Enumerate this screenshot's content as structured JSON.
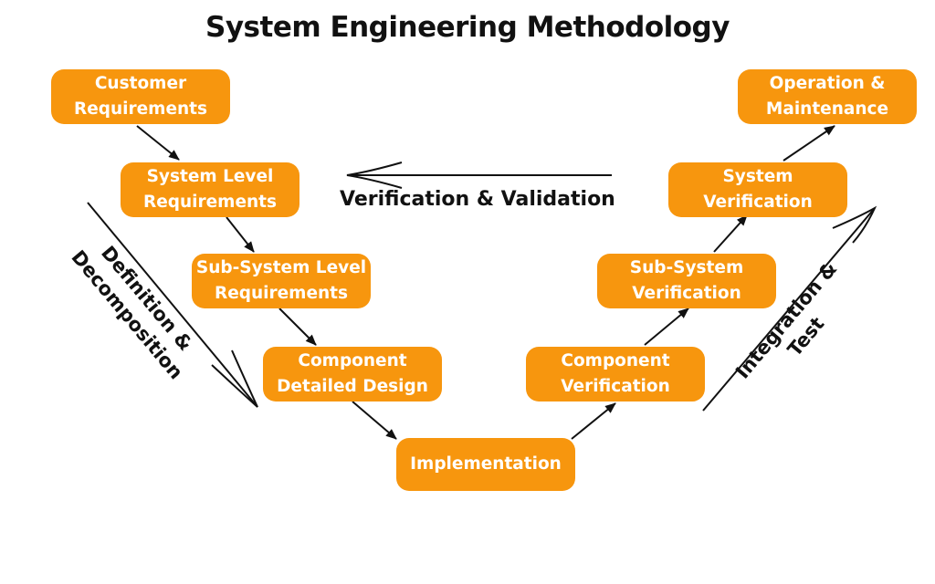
{
  "title": "System Engineering Methodology",
  "nodes": {
    "customer_requirements": [
      "Customer",
      "Requirements"
    ],
    "system_level_requirements": [
      "System Level",
      "Requirements"
    ],
    "subsystem_level_requirements": [
      "Sub-System Level",
      "Requirements"
    ],
    "component_detailed_design": [
      "Component",
      "Detailed Design"
    ],
    "implementation": [
      "Implementation"
    ],
    "component_verification": [
      "Component",
      "Verification"
    ],
    "subsystem_verification": [
      "Sub-System",
      "Verification"
    ],
    "system_verification": [
      "System",
      "Verification"
    ],
    "operation_maintenance": [
      "Operation &",
      "Maintenance"
    ]
  },
  "labels": {
    "verification_validation": "Verification & Validation",
    "definition_decomposition": [
      "Definition &",
      "Decomposition"
    ],
    "integration_test": [
      "Integration &",
      "Test"
    ]
  },
  "colors": {
    "node_fill": "#f7960e",
    "node_text": "#ffffff",
    "line": "#111111"
  }
}
